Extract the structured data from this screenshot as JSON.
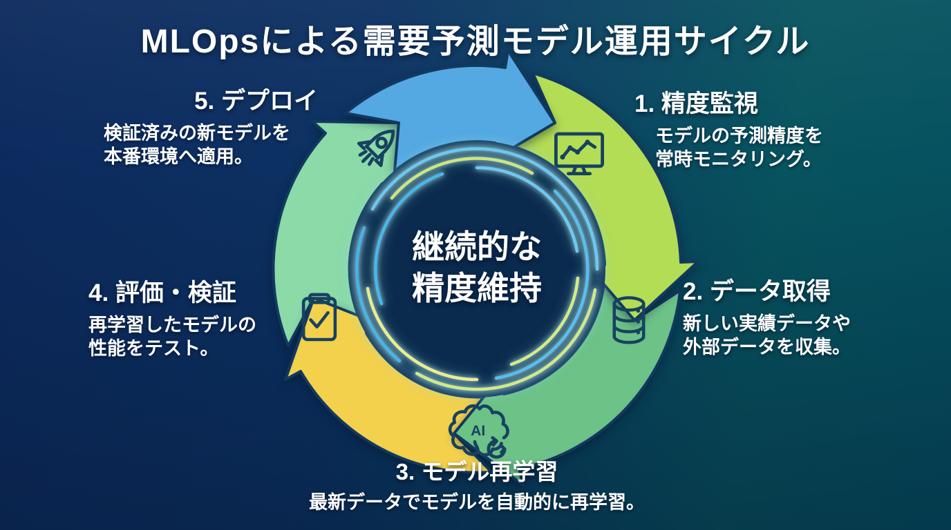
{
  "title": "MLOpsによる需要予測モデル運用サイクル",
  "center": {
    "line1": "継続的な",
    "line2": "精度維持"
  },
  "cycle": {
    "direction": "clockwise",
    "segments": [
      {
        "id": "monitoring",
        "step": "1",
        "color": "#b3dd55",
        "icon": "monitor-chart-icon"
      },
      {
        "id": "data-acquisition",
        "step": "2",
        "color": "#6cc287",
        "icon": "database-icon"
      },
      {
        "id": "retraining",
        "step": "3",
        "color": "#f3d14d",
        "icon": "ai-brain-refresh-icon"
      },
      {
        "id": "evaluation",
        "step": "4",
        "color": "#8bdaa8",
        "icon": "clipboard-check-icon"
      },
      {
        "id": "deploy",
        "step": "5",
        "color": "#54a9e2",
        "icon": "rocket-icon"
      }
    ]
  },
  "steps": [
    {
      "heading": "1. 精度監視",
      "desc": [
        "モデルの予測精度を",
        "常時モニタリング。"
      ]
    },
    {
      "heading": "2. データ取得",
      "desc": [
        "新しい実績データや",
        "外部データを収集。"
      ]
    },
    {
      "heading": "3. モデル再学習",
      "desc": [
        "最新データでモデルを自動的に再学習。"
      ]
    },
    {
      "heading": "4. 評価・検証",
      "desc": [
        "再学習したモデルの",
        "性能をテスト。"
      ]
    },
    {
      "heading": "5. デプロイ",
      "desc": [
        "検証済みの新モデルを",
        "本番環境へ適用。"
      ]
    }
  ],
  "icons": {
    "ai_label": "AI"
  },
  "neon": [
    "#6cc8f2",
    "#d3ec86",
    "#45b4e9",
    "#cde87e",
    "#58bdf0",
    "#e9ef8f",
    "#46b8ea",
    "#6cc8f2",
    "#d3ec86"
  ],
  "background": {
    "top_left": "#0d2a5e",
    "top_right": "#05505e",
    "bottom": "#063a5c"
  }
}
